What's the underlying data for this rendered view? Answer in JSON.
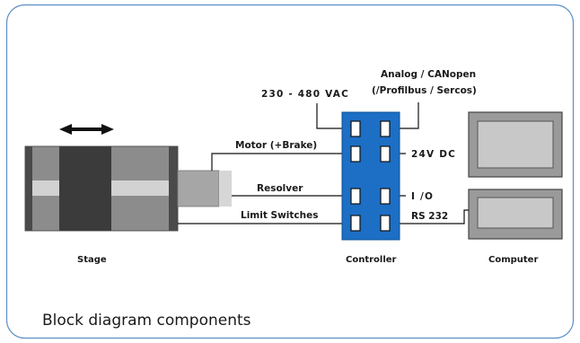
{
  "diagram": {
    "labels": {
      "power": "230 - 480 VAC",
      "analog_line1": "Analog  / CANopen",
      "analog_line2": "(/Profilbus  / Sercos)",
      "motor": "Motor  (+Brake)",
      "dc24": "24V DC",
      "resolver": "Resolver",
      "io": "I /O",
      "limit": "Limit Switches",
      "rs232": "RS 232"
    },
    "captions": {
      "stage": "Stage",
      "controller": "Controller",
      "computer": "Computer"
    },
    "title": "Block diagram components",
    "colors": {
      "frame": "#5b8fc7",
      "controller": "#1c6fc4",
      "stage": "#8c8c8c",
      "stage_dark": "#3b3b3b",
      "computer": "#9a9a9a"
    }
  }
}
